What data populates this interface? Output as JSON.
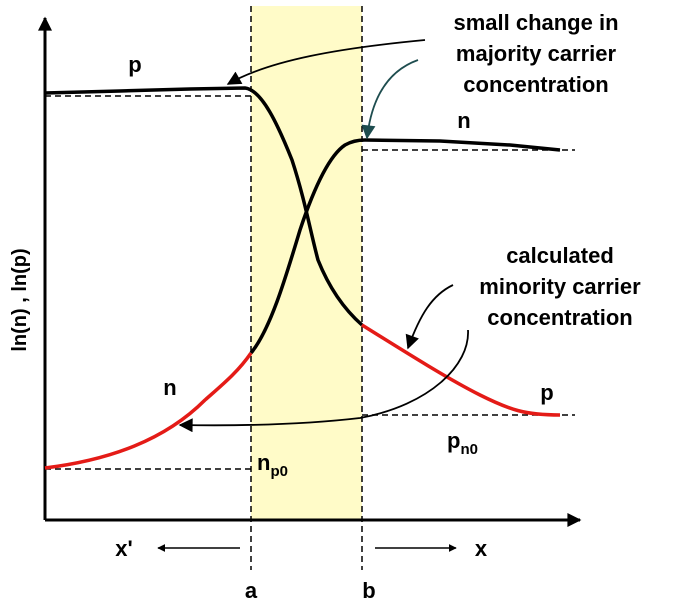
{
  "diagram": {
    "y_axis_label": "ln(n) , ln(p)",
    "annotation_majority": [
      "small change in",
      "majority carrier",
      "concentration"
    ],
    "annotation_minority": [
      "calculated",
      "minority carrier",
      "concentration"
    ],
    "left_majority_label": "p",
    "right_majority_label": "n",
    "left_minority_label": "n",
    "right_minority_label": "p",
    "np0": {
      "main": "n",
      "sub": "p0"
    },
    "pn0": {
      "main": "p",
      "sub": "n0"
    },
    "left_dir_label": "x'",
    "right_dir_label": "x",
    "edge_a": "a",
    "edge_b": "b",
    "colors": {
      "depletion_fill": "#FFFBC8",
      "minority_curve": "#E41B17",
      "majority_curve": "#000000",
      "arrow_teal": "#1E4D4F"
    }
  }
}
